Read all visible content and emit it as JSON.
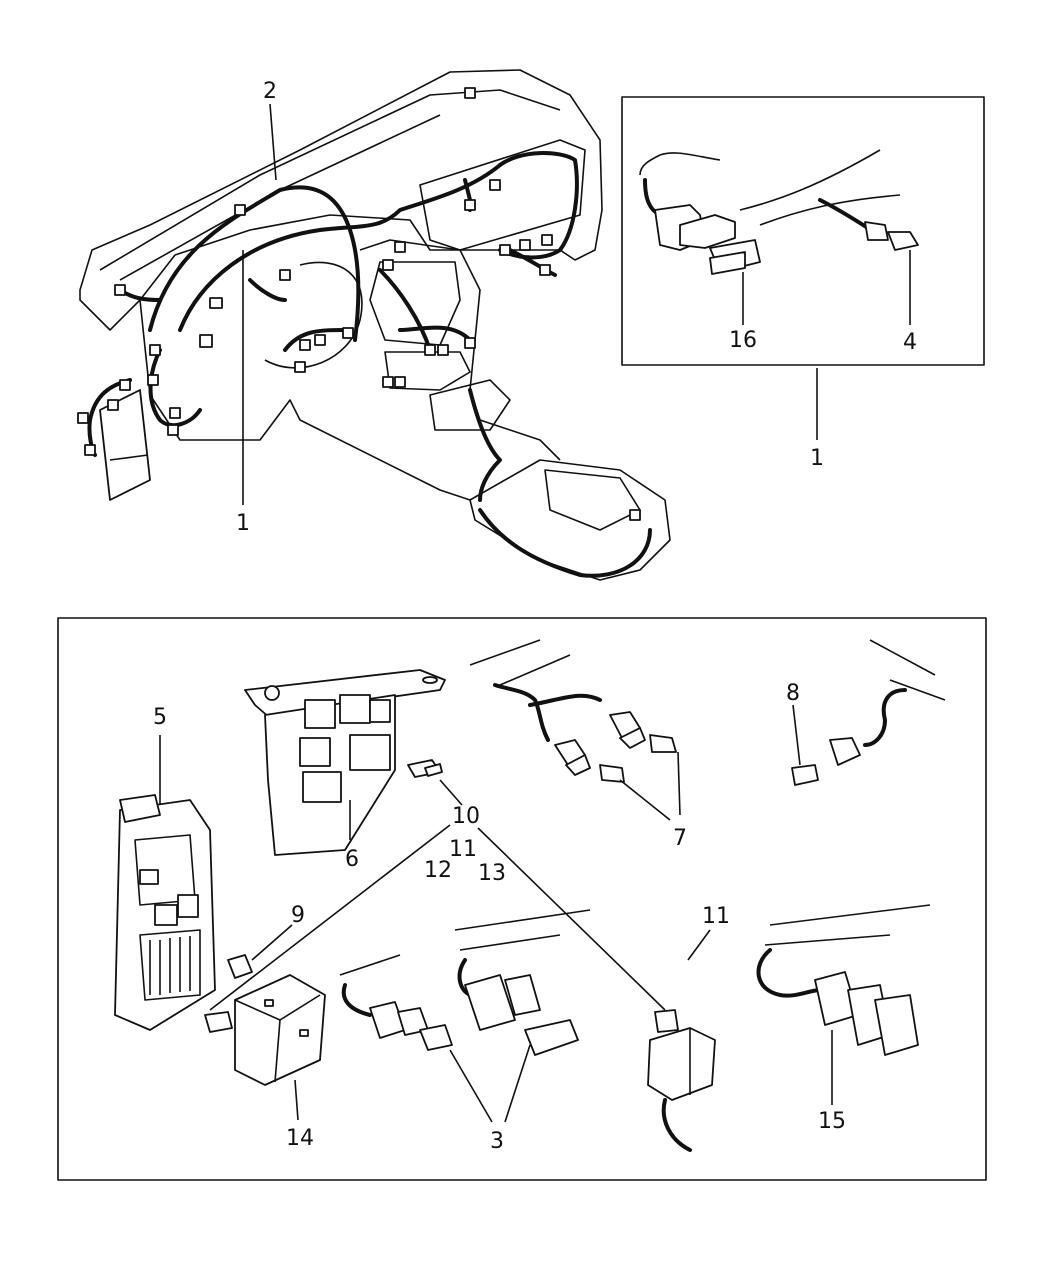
{
  "callouts": {
    "harness_dash": "1",
    "harness_detail": "1",
    "wire_top": "2",
    "connector_set": "3",
    "bulb_detail": "4",
    "junction_block": "5",
    "relay_block": "6",
    "bulb_pair": "7",
    "bulb_single": "8",
    "relay_small": "9",
    "fuse_10": "10",
    "fuse_11": "11",
    "fuse_12": "12",
    "fuse_13": "13",
    "fuse_holder": "11",
    "control_unit": "14",
    "connector_large": "15",
    "connector_detail": "16"
  }
}
